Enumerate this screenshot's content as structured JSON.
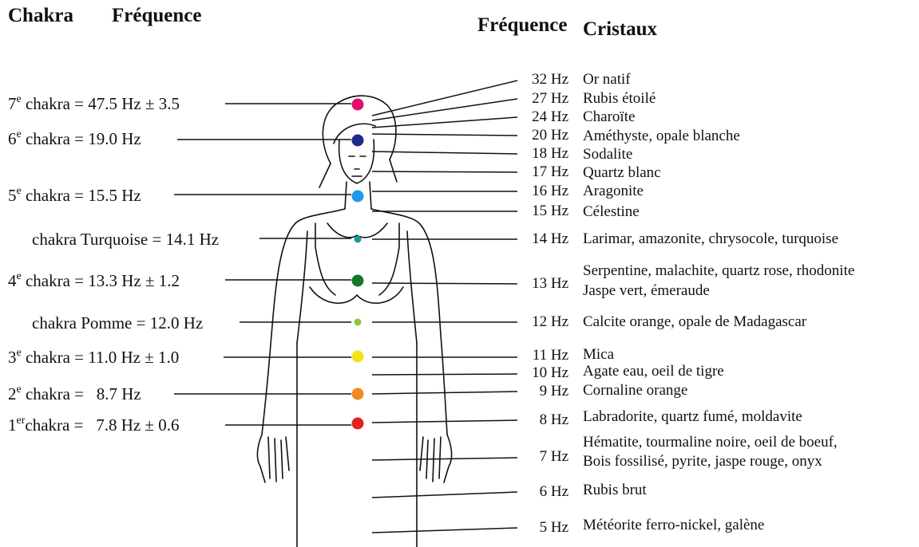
{
  "headers": {
    "chakra": "Chakra",
    "frequence_left": "Fréquence",
    "frequence_right": "Fréquence",
    "cristaux": "Cristaux"
  },
  "chakras_left": [
    {
      "num": "7",
      "sup": "e",
      "text": "chakra = 47.5 Hz ± 3.5",
      "color": "#e0106a"
    },
    {
      "num": "6",
      "sup": "e",
      "text": "chakra = 19.0 Hz",
      "color": "#1f2a8c"
    },
    {
      "num": "5",
      "sup": "e",
      "text": "chakra = 15.5 Hz",
      "color": "#1e9be8"
    },
    {
      "num": "",
      "sup": "",
      "text": "chakra Turquoise = 14.1 Hz",
      "color": "#1a9a9a"
    },
    {
      "num": "4",
      "sup": "e",
      "text": "chakra = 13.3 Hz ± 1.2",
      "color": "#127a2a"
    },
    {
      "num": "",
      "sup": "",
      "text": "chakra Pomme = 12.0 Hz",
      "color": "#8dc63f"
    },
    {
      "num": "3",
      "sup": "e",
      "text": "chakra = 11.0 Hz ± 1.0",
      "color": "#f5e21a"
    },
    {
      "num": "2",
      "sup": "e",
      "text": "chakra =   8.7 Hz",
      "color": "#f08a1c"
    },
    {
      "num": "1",
      "sup": "er",
      "text": "chakra =   7.8 Hz ± 0.6",
      "color": "#e32222"
    }
  ],
  "crystals_right": [
    {
      "hz": "32 Hz",
      "crystal": "Or natif"
    },
    {
      "hz": "27 Hz",
      "crystal": "Rubis étoilé"
    },
    {
      "hz": "24 Hz",
      "crystal": "Charoïte"
    },
    {
      "hz": "20 Hz",
      "crystal": "Améthyste, opale blanche"
    },
    {
      "hz": "18 Hz",
      "crystal": "Sodalite"
    },
    {
      "hz": "17 Hz",
      "crystal": "Quartz blanc"
    },
    {
      "hz": "16 Hz",
      "crystal": "Aragonite"
    },
    {
      "hz": "15 Hz",
      "crystal": "Célestine"
    },
    {
      "hz": "14 Hz",
      "crystal": "Larimar, amazonite, chrysocole, turquoise"
    },
    {
      "hz": "13 Hz",
      "crystal": "Serpentine, malachite, quartz rose, rhodonite",
      "crystal2": "Jaspe vert, émeraude"
    },
    {
      "hz": "12 Hz",
      "crystal": "Calcite orange, opale de Madagascar"
    },
    {
      "hz": "11 Hz",
      "crystal": "Mica"
    },
    {
      "hz": "10 Hz",
      "crystal": "Agate eau, oeil de tigre"
    },
    {
      "hz": "9 Hz",
      "crystal": "Cornaline orange"
    },
    {
      "hz": "8 Hz",
      "crystal": "Labradorite, quartz fumé, moldavite"
    },
    {
      "hz": "7 Hz",
      "crystal": "Hématite, tourmaline noire, oeil de boeuf,",
      "crystal2": "Bois fossilisé, pyrite, jaspe rouge, onyx"
    },
    {
      "hz": "6 Hz",
      "crystal": "Rubis brut"
    },
    {
      "hz": "5 Hz",
      "crystal": "Météorite ferro-nickel, galène"
    }
  ]
}
